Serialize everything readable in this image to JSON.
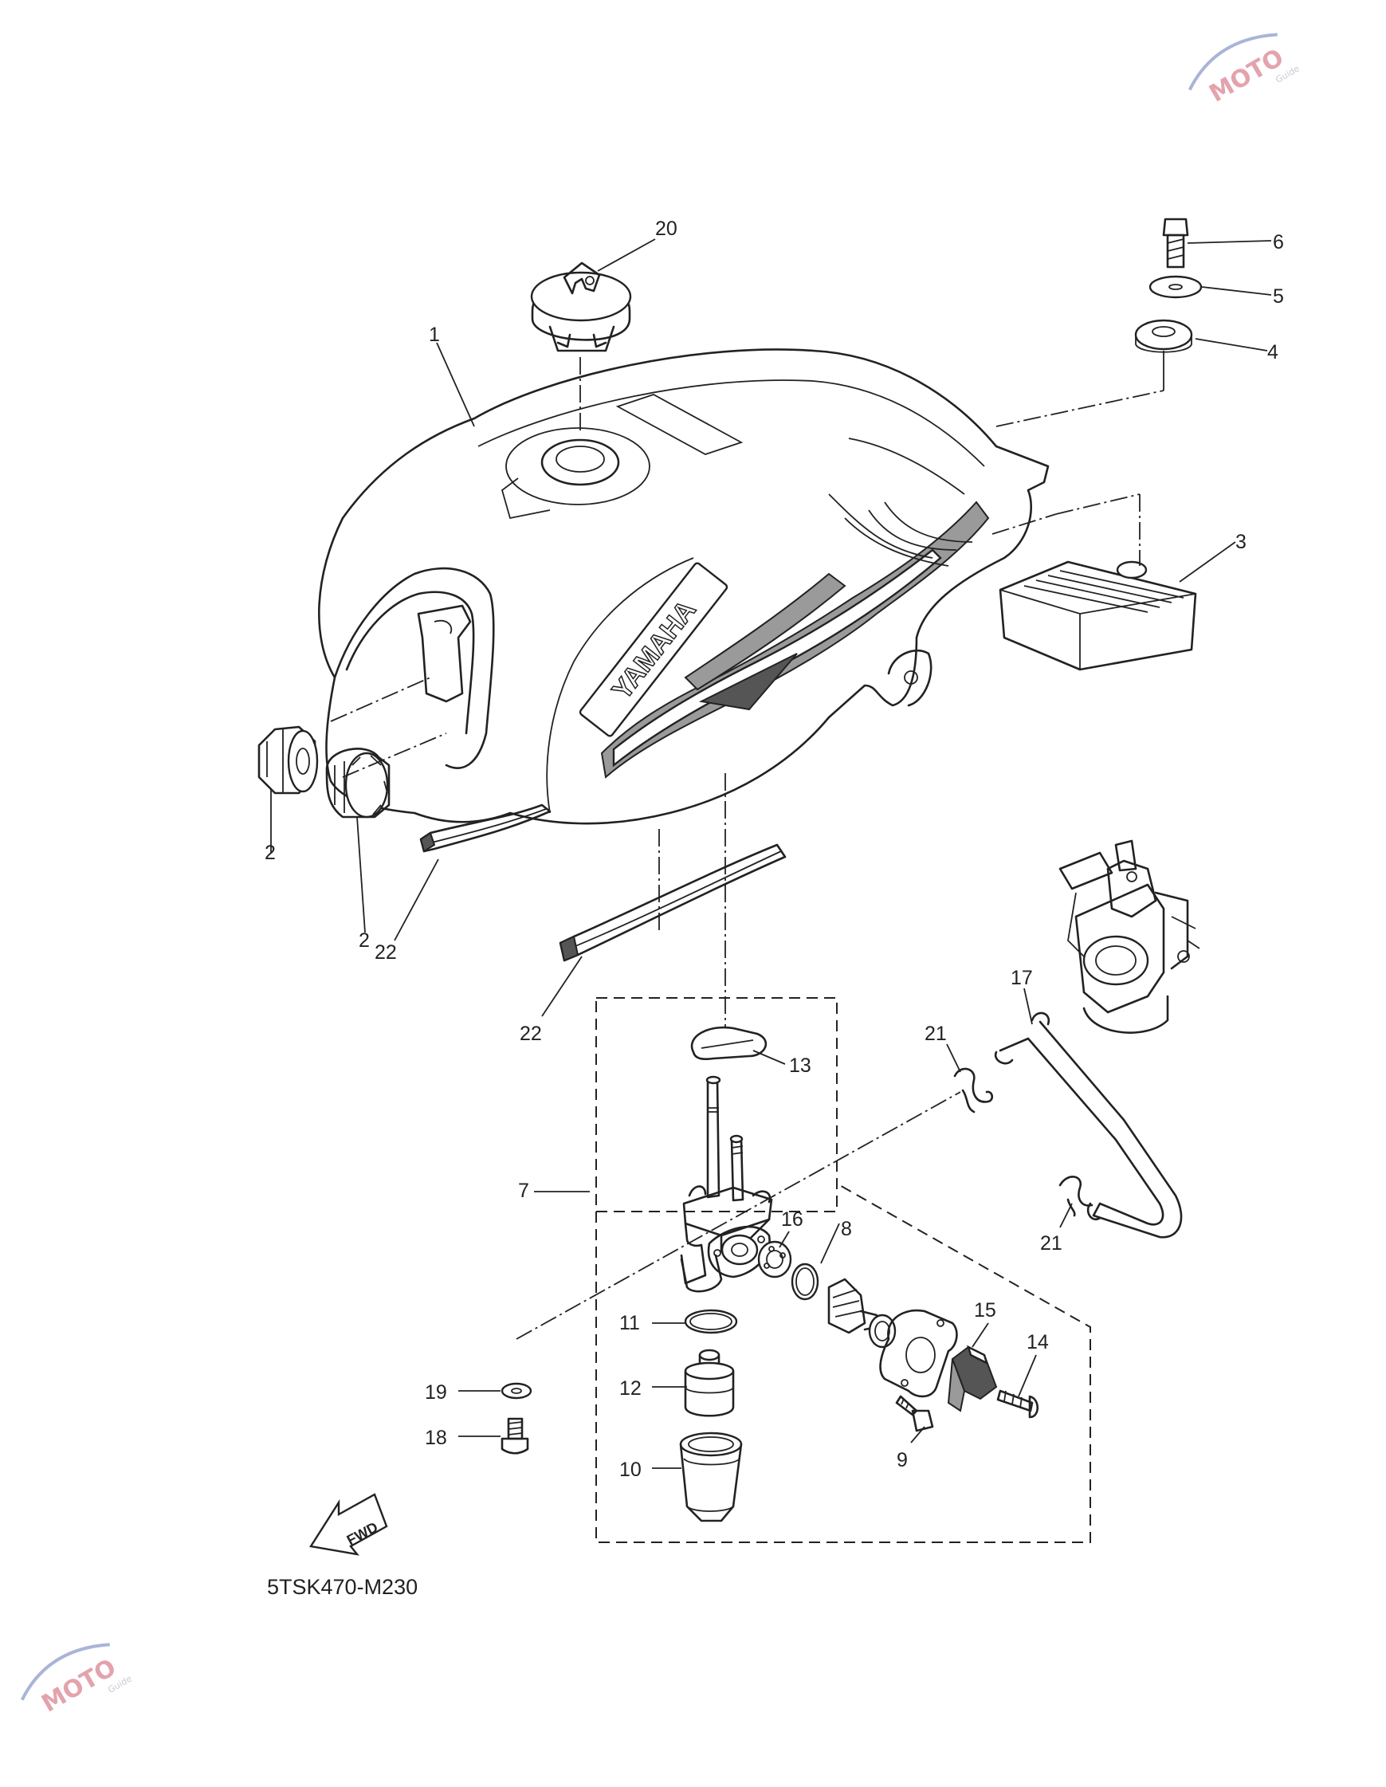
{
  "diagram": {
    "callouts": [
      {
        "id": "c1",
        "text": "1"
      },
      {
        "id": "c2a",
        "text": "2"
      },
      {
        "id": "c2b",
        "text": "2"
      },
      {
        "id": "c3",
        "text": "3"
      },
      {
        "id": "c4",
        "text": "4"
      },
      {
        "id": "c5",
        "text": "5"
      },
      {
        "id": "c6",
        "text": "6"
      },
      {
        "id": "c7",
        "text": "7"
      },
      {
        "id": "c8",
        "text": "8"
      },
      {
        "id": "c9",
        "text": "9"
      },
      {
        "id": "c10",
        "text": "10"
      },
      {
        "id": "c11",
        "text": "11"
      },
      {
        "id": "c12",
        "text": "12"
      },
      {
        "id": "c13",
        "text": "13"
      },
      {
        "id": "c14",
        "text": "14"
      },
      {
        "id": "c15",
        "text": "15"
      },
      {
        "id": "c16",
        "text": "16"
      },
      {
        "id": "c17",
        "text": "17"
      },
      {
        "id": "c18",
        "text": "18"
      },
      {
        "id": "c19",
        "text": "19"
      },
      {
        "id": "c20",
        "text": "20"
      },
      {
        "id": "c21a",
        "text": "21"
      },
      {
        "id": "c21b",
        "text": "21"
      },
      {
        "id": "c22a",
        "text": "22"
      },
      {
        "id": "c22b",
        "text": "22"
      }
    ],
    "tank_brand": "YAMAHA",
    "direction_label": "FWD",
    "drawing_code": "5TSK470-M230"
  },
  "watermark": {
    "logo_text": "MOTO",
    "sub_text": "Guide",
    "colors": {
      "pink": "#e3a3ad",
      "blue": "#a9b4d8"
    }
  }
}
